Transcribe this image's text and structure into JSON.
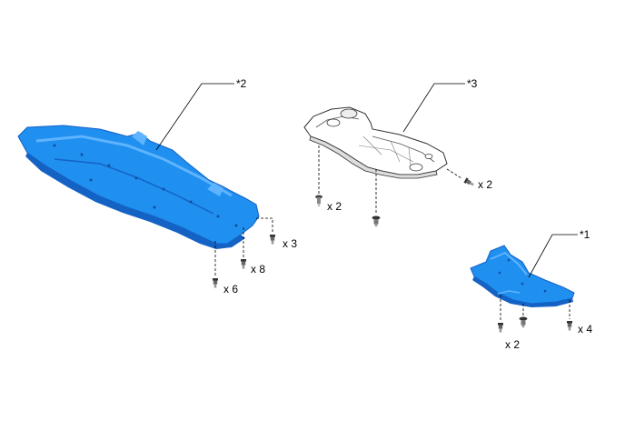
{
  "callouts": {
    "c1": "*1",
    "c2": "*2",
    "c3": "*3"
  },
  "quantities": {
    "q_x6": "x 6",
    "q_x8": "x 8",
    "q_x3": "x 3",
    "q_x2_left": "x 2",
    "q_x2_right": "x 2",
    "q_x2_bottom": "x 2",
    "q_x4": "x 4"
  },
  "colors": {
    "cover_fill": "#1f8ff0",
    "cover_dark": "#1462c4",
    "cover_light": "#5fb4ff",
    "bracket_fill": "#ffffff",
    "bracket_line": "#333333",
    "leader": "#000000"
  }
}
